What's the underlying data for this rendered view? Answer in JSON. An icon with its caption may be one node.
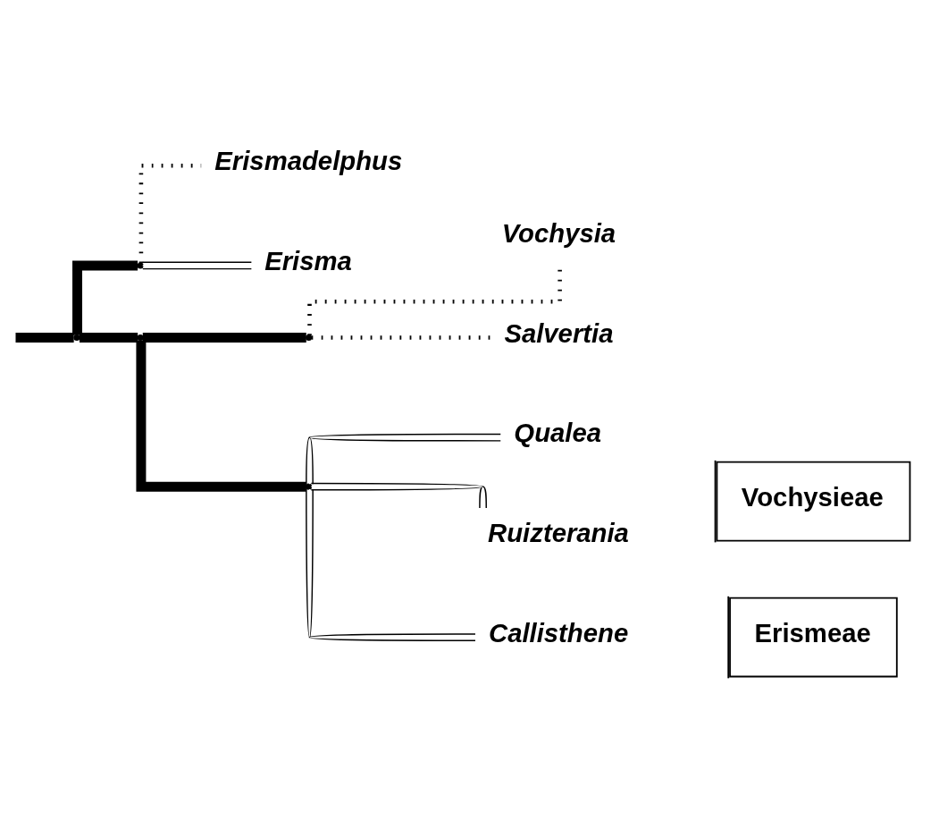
{
  "diagram": {
    "nodes": [
      {
        "text": [],
        "shape": "point"
      },
      {
        "text": [],
        "shape": "point"
      },
      {
        "text": [
          "Erismadelphus"
        ]
      },
      {
        "text": [
          "Erisma"
        ]
      },
      {
        "text": [],
        "shape": "point"
      },
      {
        "text": [],
        "shape": "point"
      },
      {
        "text": [
          "Vochysia"
        ]
      },
      {
        "text": [
          "Salvertia"
        ]
      },
      {
        "text": [],
        "shape": "point"
      },
      {
        "text": [
          "Qualea"
        ]
      },
      {
        "text": [
          "Ruizterania"
        ]
      },
      {
        "text": [
          "Callisthene"
        ]
      }
    ],
    "edges": [
      {
        "from": null,
        "to": 0,
        "arrow": "none",
        "style": "thick"
      },
      {
        "from": 0,
        "to": 1,
        "arrow": "none",
        "style": "thick"
      },
      {
        "from": 1,
        "to": 2,
        "arrow": "none",
        "style": "dashed"
      },
      {
        "from": 1,
        "to": 3,
        "arrow": "none"
      },
      {
        "from": 0,
        "to": 4,
        "arrow": "none",
        "style": "thick"
      },
      {
        "from": 4,
        "to": 5,
        "arrow": "none",
        "style": "thick"
      },
      {
        "from": 5,
        "to": 6,
        "arrow": "none",
        "style": "dashed"
      },
      {
        "from": 5,
        "to": 7,
        "arrow": "none",
        "style": "dashed"
      },
      {
        "from": 4,
        "to": 8,
        "arrow": "none",
        "style": "thick"
      },
      {
        "from": 8,
        "to": 9,
        "arrow": "none"
      },
      {
        "from": 8,
        "to": 10,
        "arrow": "none"
      },
      {
        "from": 8,
        "to": 11,
        "arrow": "none"
      }
    ],
    "labels": [
      "Erismeae",
      "Vochysieae"
    ]
  }
}
